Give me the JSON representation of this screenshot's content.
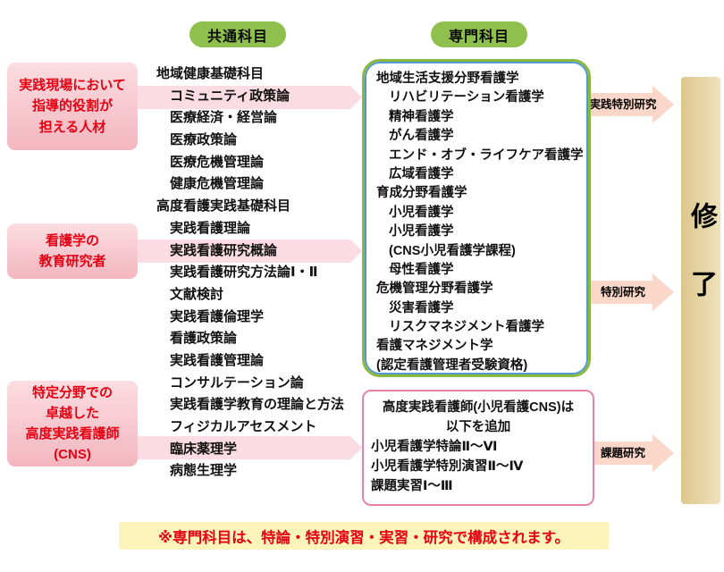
{
  "title_ovals": {
    "common": "共通科目",
    "specialized": "専門科目"
  },
  "left_boxes": [
    "実践現場において\n指導的役割が\n担える人材",
    "看護学の\n教育研究者",
    "特定分野での\n卓越した\n高度実践看護師\n(CNS)"
  ],
  "common_subjects": [
    "地域健康基礎科目",
    "コミュニティ政策論",
    "医療経済・経営論",
    "医療政策論",
    "医療危機管理論",
    "健康危機管理論",
    "高度看護実践基礎科目",
    "実践看護理論",
    "実践看護研究概論",
    "実践看護研究方法論Ⅰ・Ⅱ",
    "文献検討",
    "実践看護倫理学",
    "看護政策論",
    "実践看護管理論",
    "コンサルテーション論",
    "実践看護学教育の理論と方法",
    "フィジカルアセスメント",
    "臨床薬理学",
    "病態生理学"
  ],
  "specialty_subjects": [
    "地域生活支援分野看護学",
    "リハビリテーション看護学",
    "精神看護学",
    "がん看護学",
    "エンド・オブ・ライフケア看護学",
    "広域看護学",
    "育成分野看護学",
    "小児看護学",
    "小児看護学",
    "(CNS小児看護学課程)",
    "母性看護学",
    "危機管理分野看護学",
    "災害看護学",
    "リスクマネジメント看護学",
    "看護マネジメント学",
    "(認定看護管理者受験資格)"
  ],
  "arrows": [
    "実践特別研究",
    "特別研究",
    "課題研究"
  ],
  "completion": "修了",
  "addition_box": {
    "title": "高度実践看護師(小児看護CNS)は\n以下を追加",
    "items": [
      "小児看護学特論Ⅱ～Ⅵ",
      "小児看護学特別演習Ⅱ～Ⅳ",
      "課題実習Ⅰ～Ⅲ"
    ]
  },
  "footnote": "※専門科目は、特論・特別演習・実習・研究で構成されます。",
  "colors": {
    "oval_green": "#8fc04d",
    "goal_box_pink": "#f4b6bf",
    "goal_text_red": "#e50012",
    "band_pink": "#fadce2",
    "arrow_pink": "#fbd7c9",
    "completion_tan": "#dcc68c",
    "footnote_yellow": "#fcf4bb",
    "specialty_border_green": "#8cb83f",
    "specialty_border_blue": "#4f9ad3",
    "addition_border_pink": "#e583ab"
  }
}
